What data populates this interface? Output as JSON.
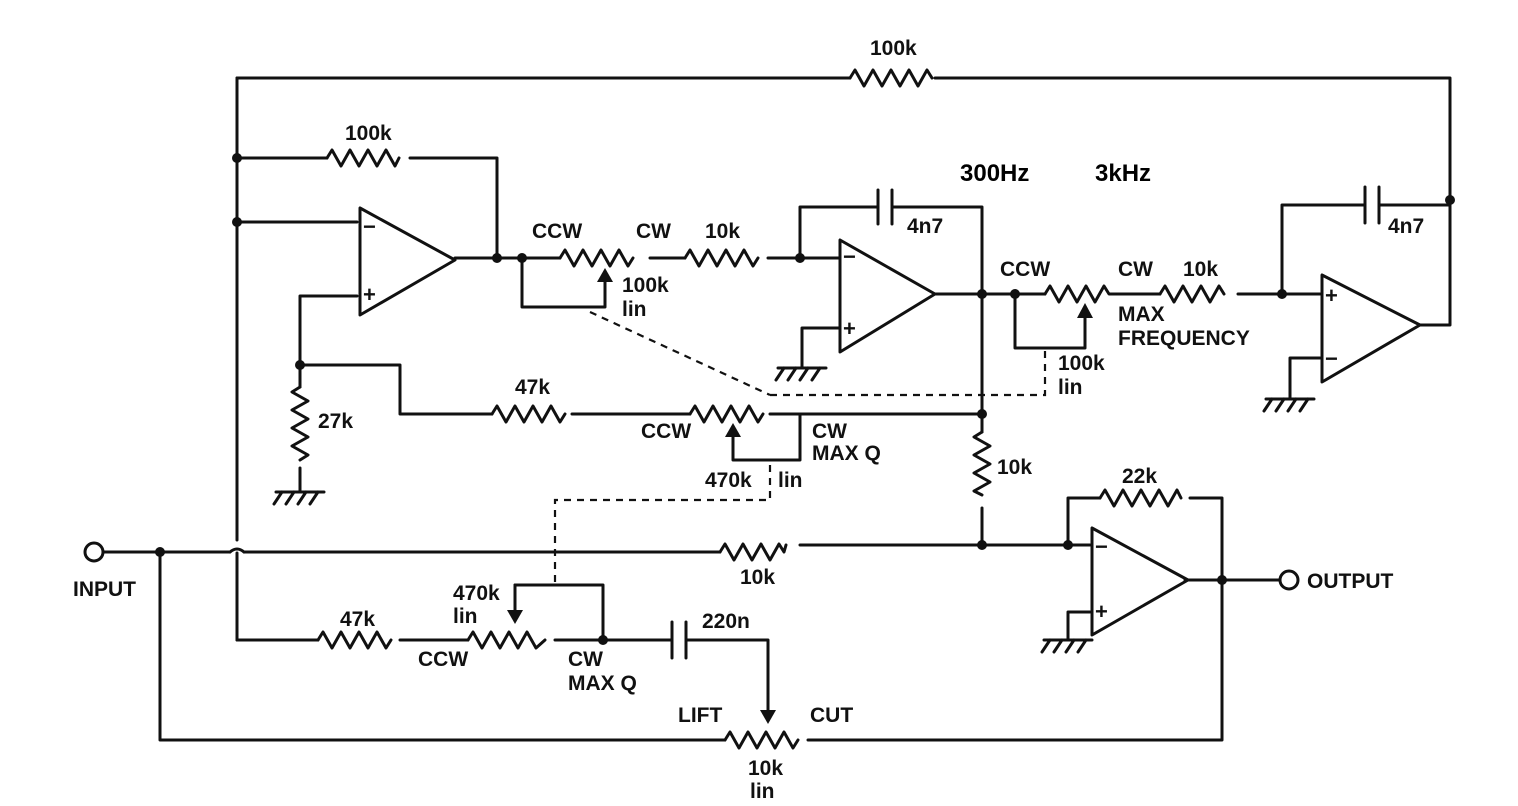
{
  "header": {
    "freq_low": "300Hz",
    "freq_high": "3kHz"
  },
  "io": {
    "input": "INPUT",
    "output": "OUTPUT"
  },
  "labels": {
    "r_top_feedback": "100k",
    "r_inv1_feedback": "100k",
    "pot1_ccw": "CCW",
    "pot1_cw": "CW",
    "pot1_value": "100k",
    "pot1_taper": "lin",
    "r_int1_in": "10k",
    "cap_int1": "4n7",
    "pot2_ccw": "CCW",
    "pot2_cw": "CW",
    "pot2_value": "100k",
    "pot2_taper": "lin",
    "max_frequency_1": "MAX",
    "max_frequency_2": "FREQUENCY",
    "r_int2_in": "10k",
    "cap_int2": "4n7",
    "r_q_ref": "47k",
    "r_ground": "27k",
    "pot_q1_ccw": "CCW",
    "pot_q1_cw": "CW",
    "pot_q1_maxq": "MAX Q",
    "pot_q1_value": "470k",
    "pot_q1_taper": "lin",
    "r_sum_vertical": "10k",
    "r_out_feedback": "22k",
    "r_input_sum": "10k",
    "pot_q2_value": "470k",
    "pot_q2_taper": "lin",
    "r_q_low": "47k",
    "pot_q2_ccw": "CCW",
    "pot_q2_cw": "CW",
    "pot_q2_maxq": "MAX Q",
    "cap_band": "220n",
    "lift": "LIFT",
    "cut": "CUT",
    "pot_boost_value": "10k",
    "pot_boost_taper": "lin"
  },
  "opamp_pins": {
    "minus": "−",
    "plus": "+"
  }
}
